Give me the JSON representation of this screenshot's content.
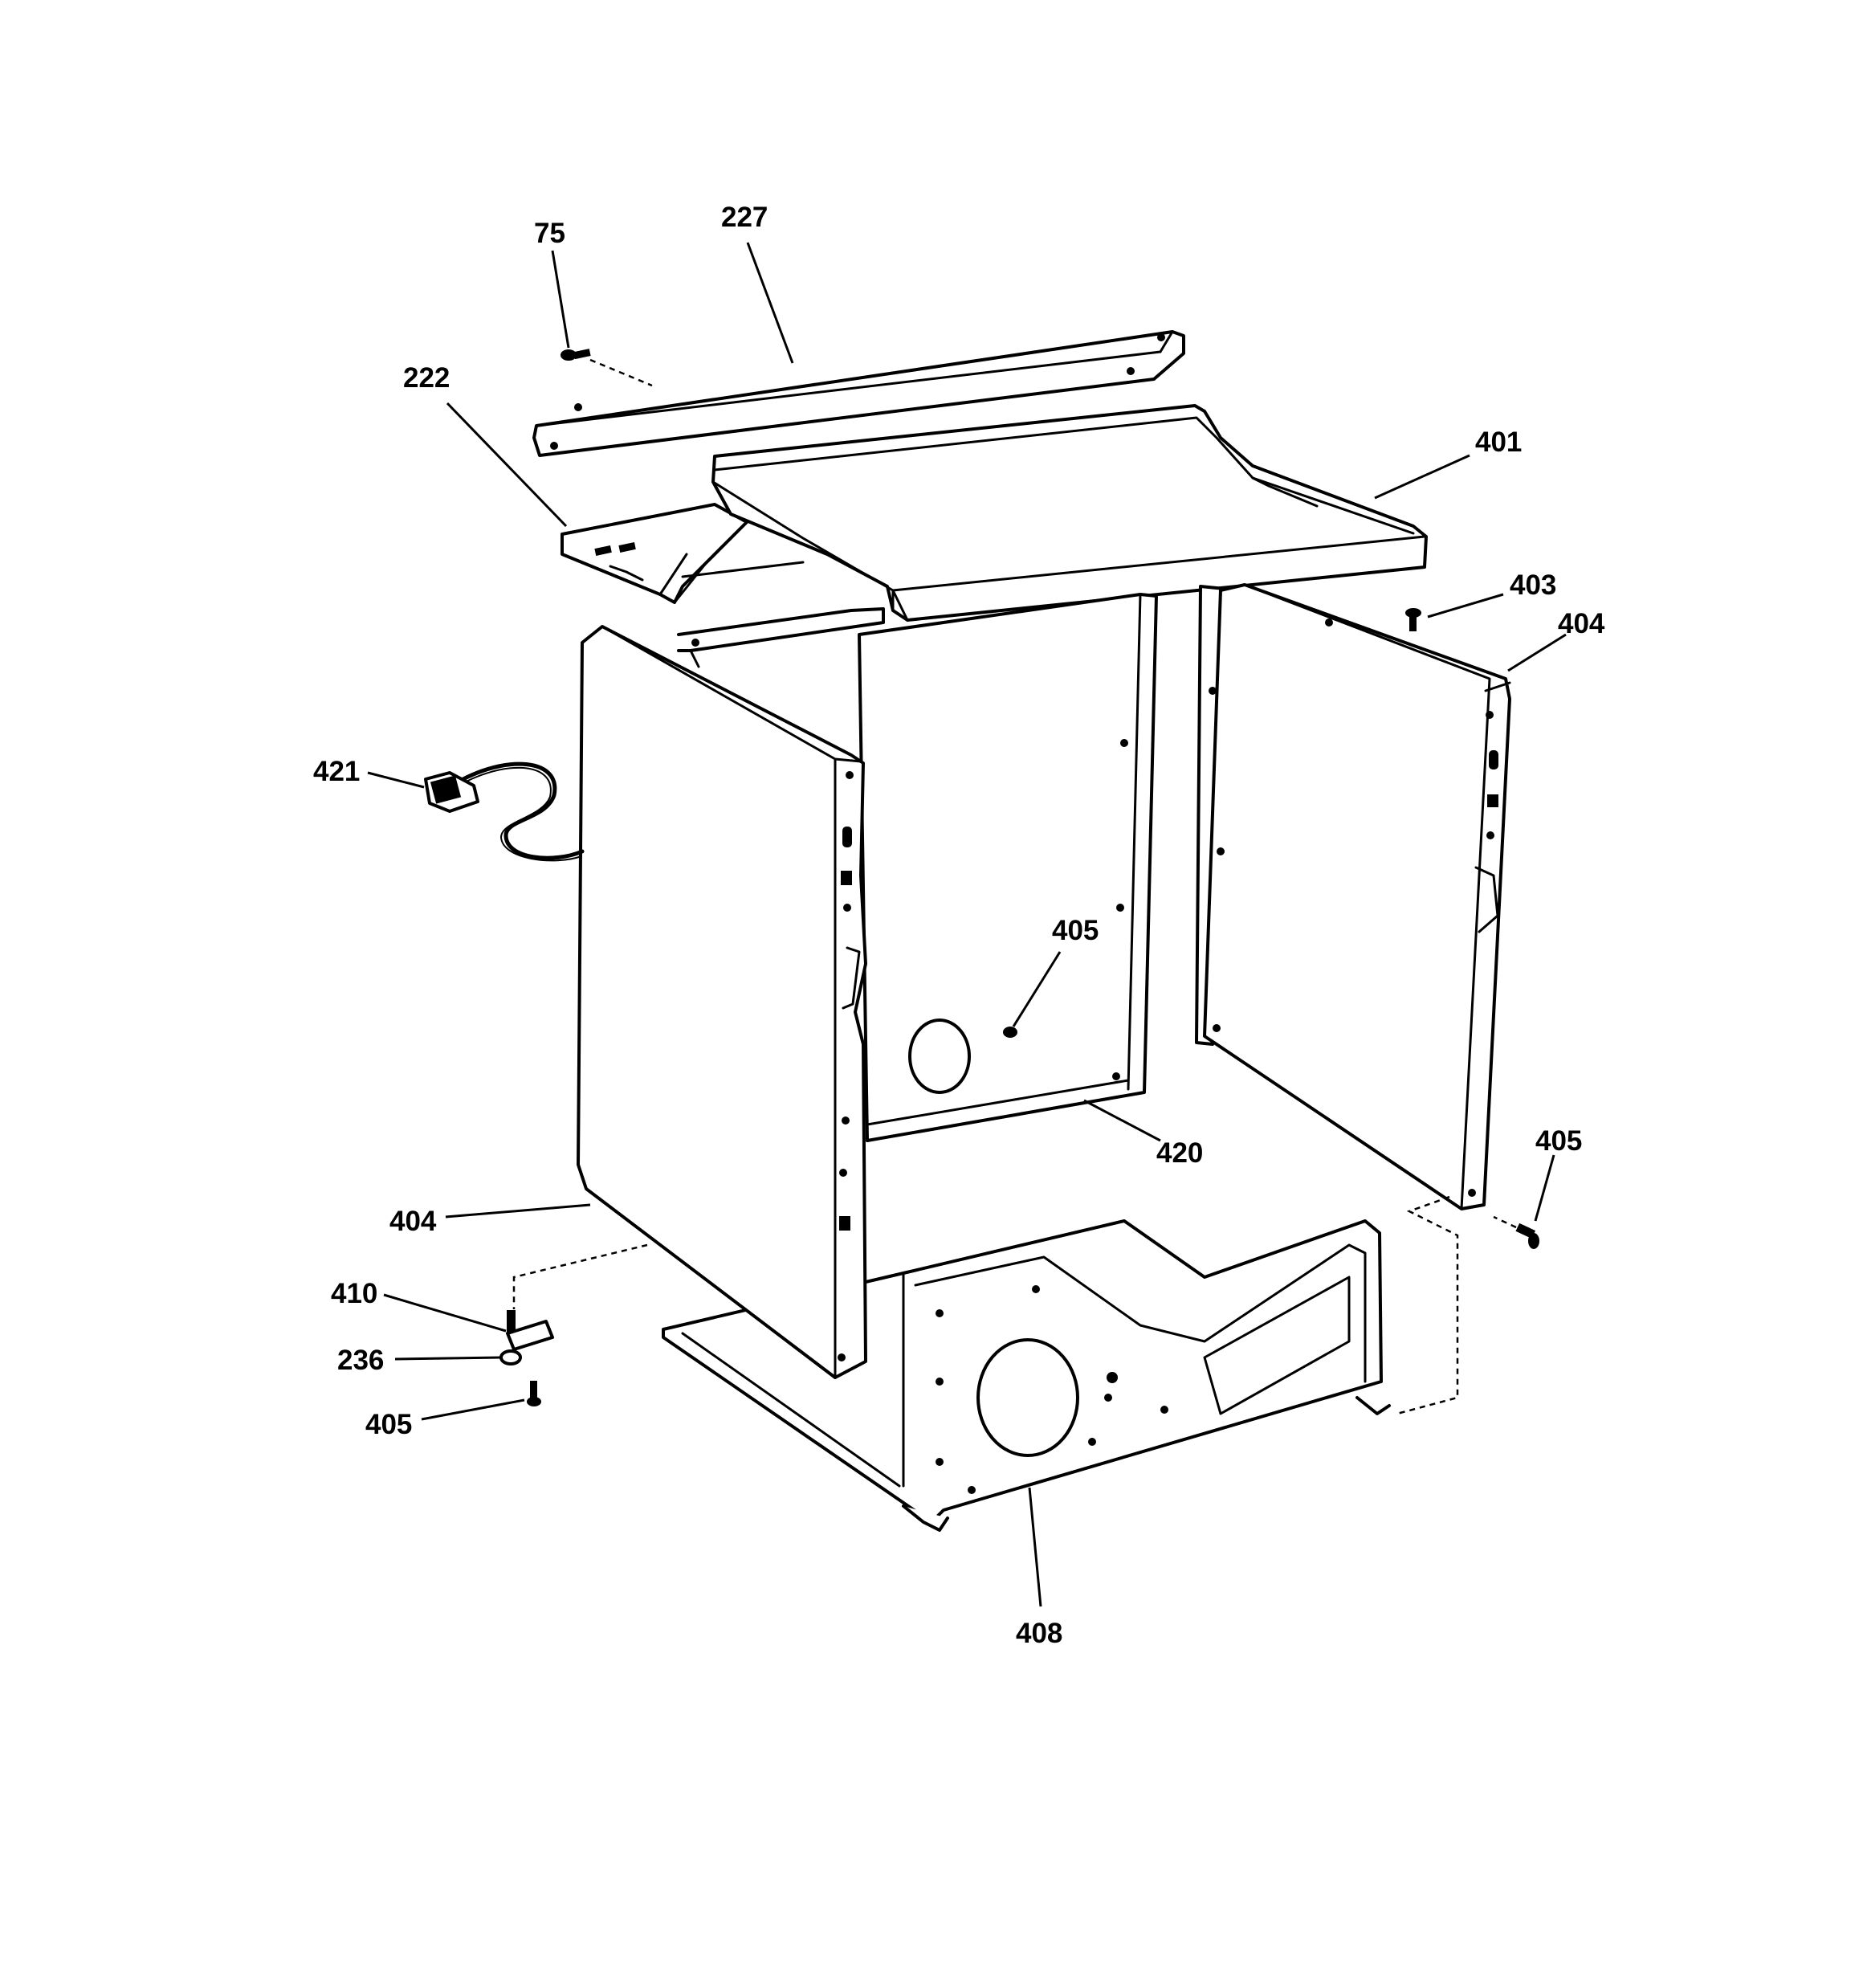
{
  "callouts": {
    "c75": "75",
    "c227": "227",
    "c222": "222",
    "c401": "401",
    "c403": "403",
    "c404_right": "404",
    "c421": "421",
    "c405_center": "405",
    "c405_right": "405",
    "c420": "420",
    "c404_left": "404",
    "c410": "410",
    "c236": "236",
    "c405_left": "405",
    "c408": "408"
  }
}
